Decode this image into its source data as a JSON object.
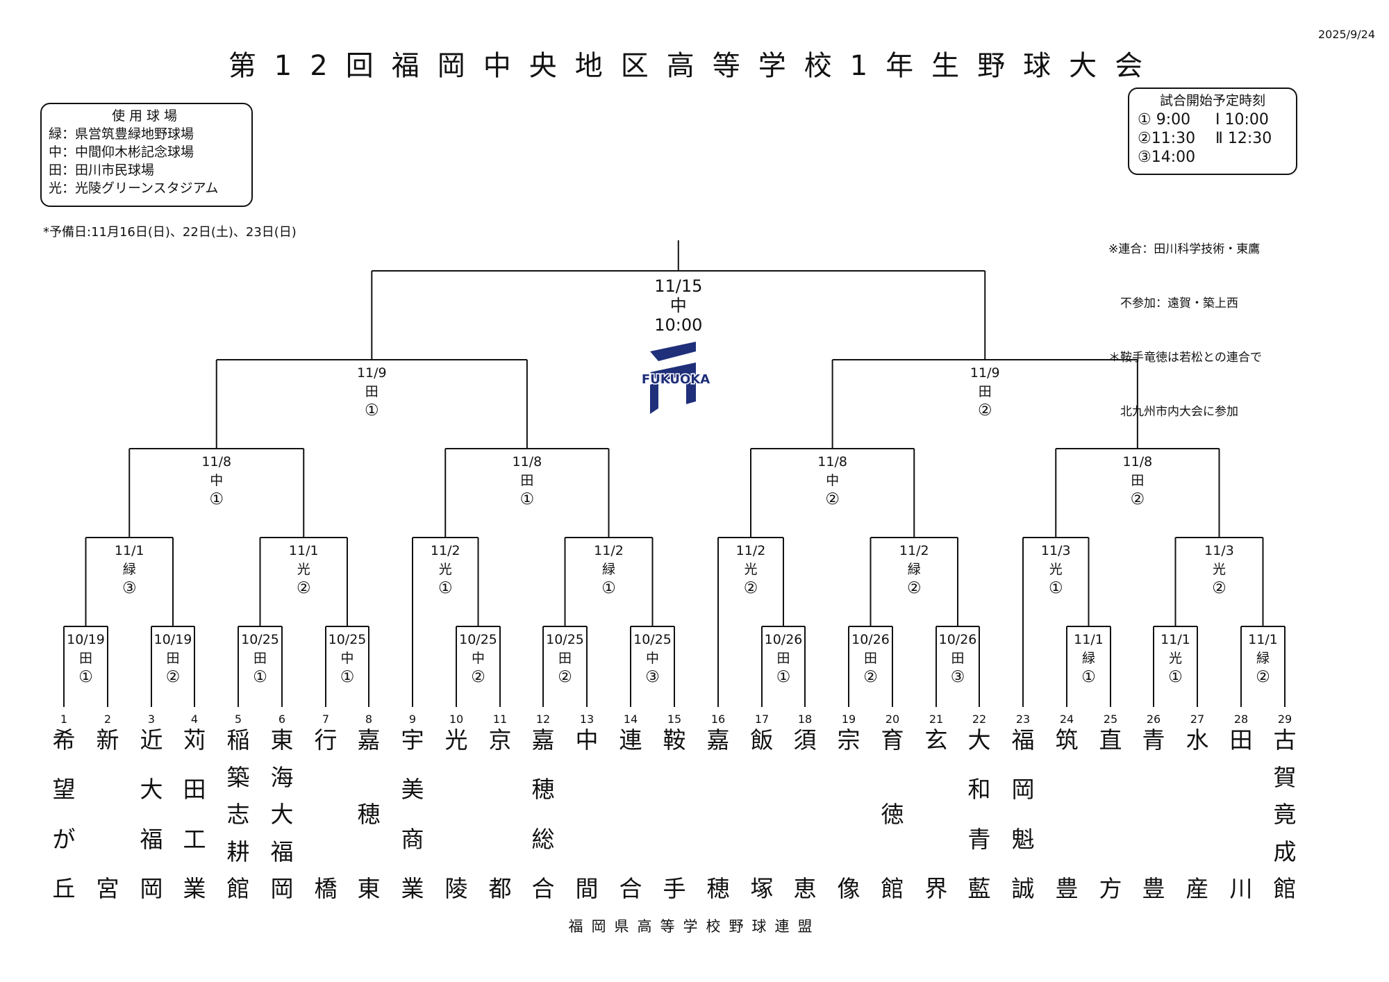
{
  "doc_date": "2025/9/24",
  "title": "第12回福岡中央地区高等学校1年生野球大会",
  "venues": {
    "header": "使用球場",
    "items": [
      "緑：県営筑豊緑地野球場",
      "中：中間仰木彬記念球場",
      "田：田川市民球場",
      "光：光陵グリーンスタジアム"
    ]
  },
  "schedule": {
    "header": "試合開始予定時刻",
    "rows": [
      [
        "① 9:00",
        "Ⅰ 10:00"
      ],
      [
        "②11:30",
        "Ⅱ 12:30"
      ],
      [
        "③14:00",
        ""
      ]
    ]
  },
  "reserve_days": "*予備日:11月16日(日)、22日(土)、23日(日)",
  "notes": [
    "※連合：田川科学技術・東鷹",
    "　不参加：遠賀・築上西",
    "＊鞍手竜徳は若松との連合で",
    "　北九州市内大会に参加"
  ],
  "logo_text": "FUKUOKA",
  "footer": "福岡県高等学校野球連盟",
  "final": {
    "date": "11/15",
    "venue": "中",
    "time": "10:00"
  },
  "semifinals": [
    {
      "date": "11/9",
      "venue": "田",
      "slot": "①"
    },
    {
      "date": "11/9",
      "venue": "田",
      "slot": "②"
    }
  ],
  "quarterfinals": [
    {
      "date": "11/8",
      "venue": "中",
      "slot": "①"
    },
    {
      "date": "11/8",
      "venue": "田",
      "slot": "①"
    },
    {
      "date": "11/8",
      "venue": "中",
      "slot": "②"
    },
    {
      "date": "11/8",
      "venue": "田",
      "slot": "②"
    }
  ],
  "round3": [
    {
      "date": "11/1",
      "venue": "緑",
      "slot": "③"
    },
    {
      "date": "11/1",
      "venue": "光",
      "slot": "②"
    },
    {
      "date": "11/2",
      "venue": "光",
      "slot": "①"
    },
    {
      "date": "11/2",
      "venue": "緑",
      "slot": "①"
    },
    {
      "date": "11/2",
      "venue": "光",
      "slot": "②"
    },
    {
      "date": "11/2",
      "venue": "緑",
      "slot": "②"
    },
    {
      "date": "11/3",
      "venue": "光",
      "slot": "①"
    },
    {
      "date": "11/3",
      "venue": "光",
      "slot": "②"
    }
  ],
  "round1": [
    {
      "date": "10/19",
      "venue": "田",
      "slot": "①"
    },
    {
      "date": "10/19",
      "venue": "田",
      "slot": "②"
    },
    {
      "date": "10/25",
      "venue": "田",
      "slot": "①"
    },
    {
      "date": "10/25",
      "venue": "中",
      "slot": "①"
    },
    {
      "date": "10/25",
      "venue": "中",
      "slot": "②"
    },
    {
      "date": "10/25",
      "venue": "田",
      "slot": "②"
    },
    {
      "date": "10/25",
      "venue": "中",
      "slot": "③"
    },
    {
      "date": "10/26",
      "venue": "田",
      "slot": "①"
    },
    {
      "date": "10/26",
      "venue": "田",
      "slot": "②"
    },
    {
      "date": "10/26",
      "venue": "田",
      "slot": "③"
    },
    {
      "date": "11/1",
      "venue": "緑",
      "slot": "①"
    },
    {
      "date": "11/1",
      "venue": "光",
      "slot": "①"
    },
    {
      "date": "11/1",
      "venue": "緑",
      "slot": "②"
    }
  ],
  "teams": [
    {
      "seed": "1",
      "name": "希望が丘"
    },
    {
      "seed": "2",
      "name": "新宮"
    },
    {
      "seed": "3",
      "name": "近大福岡"
    },
    {
      "seed": "4",
      "name": "苅田工業"
    },
    {
      "seed": "5",
      "name": "稲築志耕館"
    },
    {
      "seed": "6",
      "name": "東海大福岡"
    },
    {
      "seed": "7",
      "name": "行橋"
    },
    {
      "seed": "8",
      "name": "嘉穂東"
    },
    {
      "seed": "9",
      "name": "宇美商業"
    },
    {
      "seed": "10",
      "name": "光陵"
    },
    {
      "seed": "11",
      "name": "京都"
    },
    {
      "seed": "12",
      "name": "嘉穂総合"
    },
    {
      "seed": "13",
      "name": "中間"
    },
    {
      "seed": "14",
      "name": "連合"
    },
    {
      "seed": "15",
      "name": "鞍手"
    },
    {
      "seed": "16",
      "name": "嘉穂"
    },
    {
      "seed": "17",
      "name": "飯塚"
    },
    {
      "seed": "18",
      "name": "須恵"
    },
    {
      "seed": "19",
      "name": "宗像"
    },
    {
      "seed": "20",
      "name": "育徳館"
    },
    {
      "seed": "21",
      "name": "玄界"
    },
    {
      "seed": "22",
      "name": "大和青藍"
    },
    {
      "seed": "23",
      "name": "福岡魁誠"
    },
    {
      "seed": "24",
      "name": "筑豊"
    },
    {
      "seed": "25",
      "name": "直方"
    },
    {
      "seed": "26",
      "name": "青豊"
    },
    {
      "seed": "27",
      "name": "水産"
    },
    {
      "seed": "28",
      "name": "田川"
    },
    {
      "seed": "29",
      "name": "古賀竟成館"
    }
  ]
}
